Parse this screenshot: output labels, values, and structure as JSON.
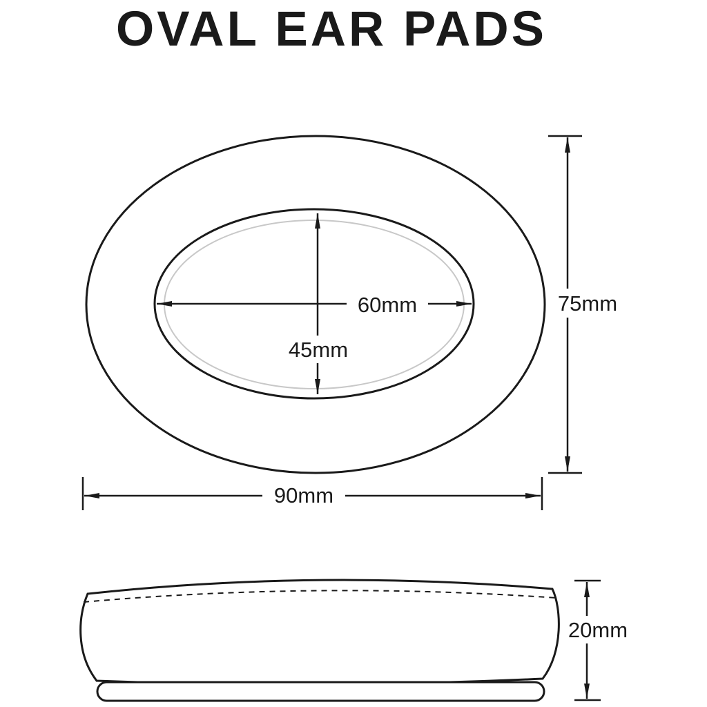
{
  "title": "OVAL EAR PADS",
  "top_view": {
    "inner_width_label": "60mm",
    "inner_height_label": "45mm",
    "outer_height_label": "75mm",
    "outer_width_label": "90mm"
  },
  "side_view": {
    "thickness_label": "20mm"
  },
  "dimensions_mm": {
    "inner_width": 60,
    "inner_height": 45,
    "outer_height": 75,
    "outer_width": 90,
    "thickness": 20
  },
  "colors": {
    "ink": "#1a1a1a",
    "seam": "#c8c8c8",
    "background": "#ffffff"
  }
}
